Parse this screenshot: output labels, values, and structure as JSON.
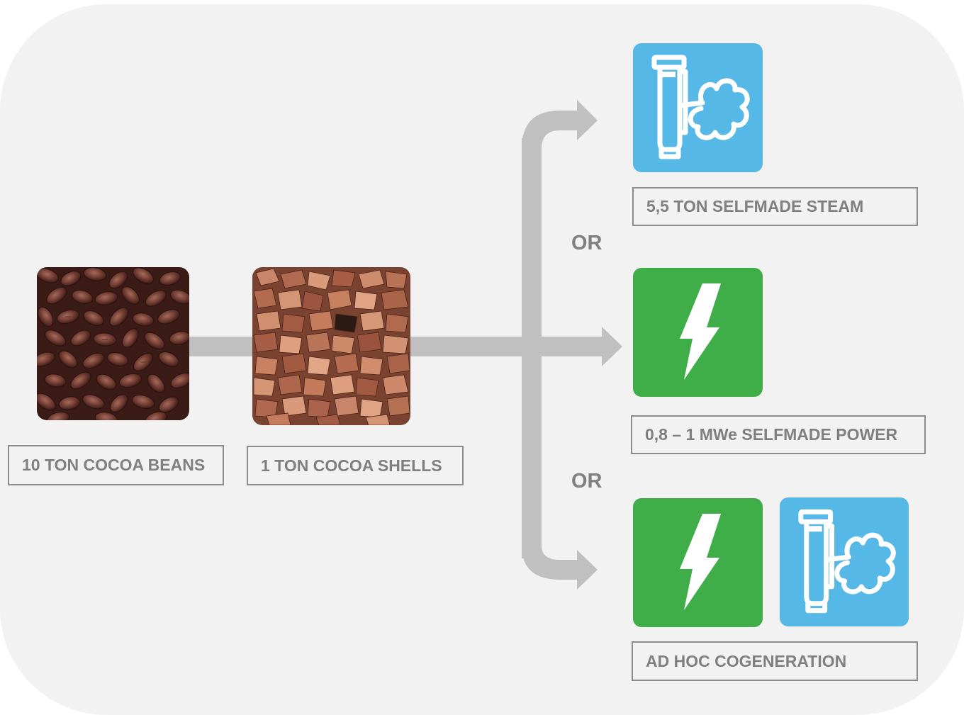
{
  "colors": {
    "background": "#f2f2f2",
    "flow_arrow": "#c0c0c0",
    "steam_tile": "#56b8e6",
    "power_tile": "#3fae49",
    "label_text": "#7f7f7f",
    "label_border": "#8c8c8c"
  },
  "inputs": [
    {
      "label": "10 TON COCOA BEANS",
      "image": "cocoa-beans-photo"
    },
    {
      "label": "1 TON COCOA SHELLS",
      "image": "cocoa-shells-photo"
    }
  ],
  "outputs": [
    {
      "label": "5,5 TON SELFMADE STEAM",
      "icons": [
        "steam-boiler-icon"
      ]
    },
    {
      "label": "0,8 – 1 MWe SELFMADE POWER",
      "icons": [
        "lightning-bolt-icon"
      ]
    },
    {
      "label": "AD HOC COGENERATION",
      "icons": [
        "lightning-bolt-icon",
        "steam-boiler-icon"
      ]
    }
  ],
  "connectors": [
    "OR",
    "OR"
  ]
}
